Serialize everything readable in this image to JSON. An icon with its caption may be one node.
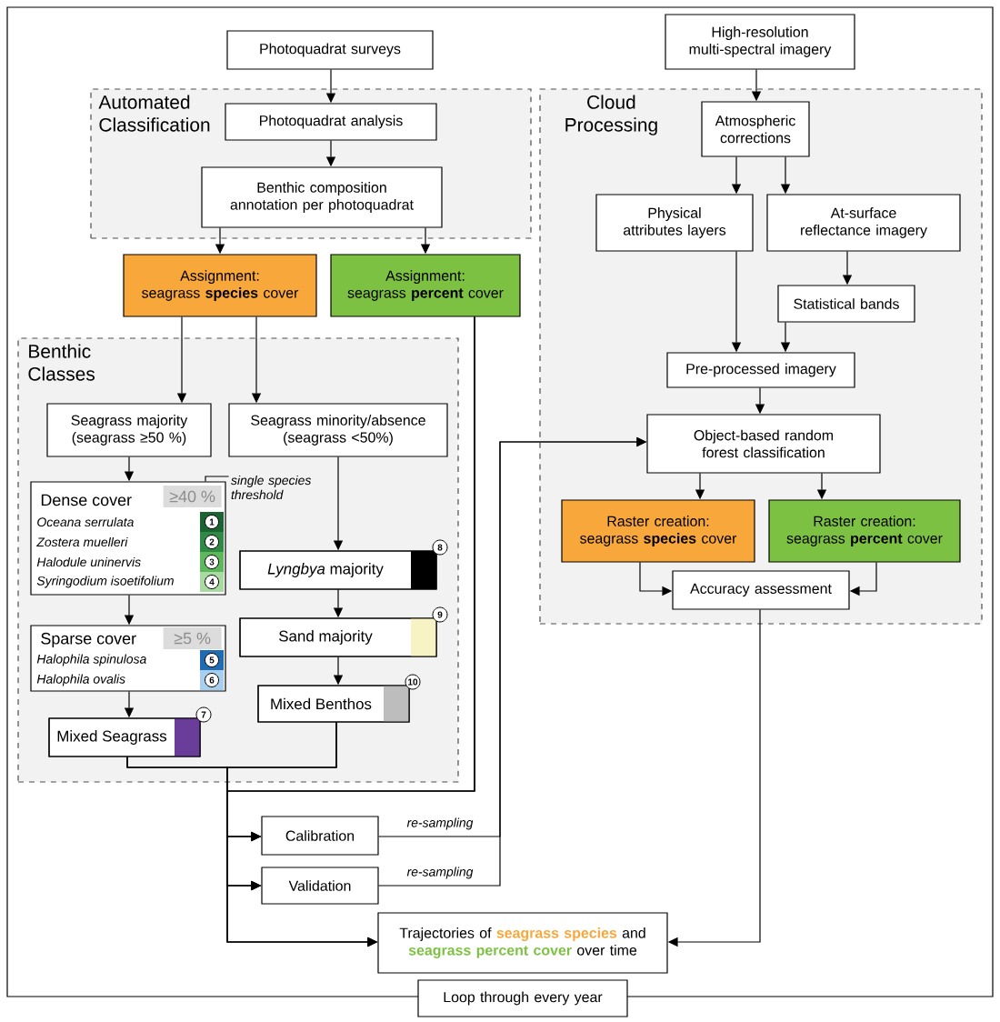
{
  "diagram": {
    "nodes": [
      {
        "text": [
          "Photoquadrat surveys"
        ]
      },
      {
        "text": [
          "Automated Classification"
        ]
      },
      {
        "text": [
          "Photoquadrat analysis"
        ],
        "in": 1
      },
      {
        "text": [
          "Benthic composition annotation per photoquadrat"
        ],
        "in": 1
      },
      {
        "text": [
          "High-resolution multi-spectral imagery"
        ]
      },
      {
        "text": [
          "Cloud Processing"
        ]
      },
      {
        "text": [
          "Atmospheric corrections"
        ],
        "in": 5
      },
      {
        "text": [
          "Physical attributes layers"
        ],
        "in": 5
      },
      {
        "text": [
          "At-surface reflectance imagery"
        ],
        "in": 5
      },
      {
        "text": [
          "Statistical bands"
        ],
        "in": 5
      },
      {
        "text": [
          "Pre-processed imagery"
        ],
        "in": 5
      },
      {
        "text": [
          "Object-based random forest classification"
        ],
        "in": 5
      },
      {
        "text": [
          "Raster creation:",
          "seagrass **species** cover"
        ],
        "in": 5
      },
      {
        "text": [
          "Raster creation:",
          "seagrass **percent** cover"
        ],
        "in": 5
      },
      {
        "text": [
          "Accuracy assessment"
        ],
        "in": 5
      },
      {
        "text": [
          "Assignment:",
          "seagrass **species** cover"
        ]
      },
      {
        "text": [
          "Assignment:",
          "seagrass **percent** cover"
        ]
      },
      {
        "text": [
          "Benthic Classes"
        ]
      },
      {
        "text": [
          "Seagrass majority (seagrass ≥50 %)"
        ],
        "in": 17
      },
      {
        "text": [
          "Seagrass minority/absence (seagrass <50%)"
        ],
        "in": 17
      },
      {
        "text": [
          "Dense cover",
          "≥40 %",
          "Oceana serrulata",
          "1",
          "Zostera muelleri",
          "2",
          "Halodule uninervis",
          "3",
          "Syringodium isoetifolium",
          "4"
        ],
        "in": 17
      },
      {
        "text": [
          "Sparse cover",
          "≥5 %",
          "Halophila spinulosa",
          "5",
          "Halophila ovalis",
          "6"
        ],
        "in": 17
      },
      {
        "text": [
          "Mixed Seagrass",
          "7"
        ],
        "in": 17
      },
      {
        "text": [
          "*Lyngbya* majority",
          "8"
        ],
        "in": 17
      },
      {
        "text": [
          "Sand majority",
          "9"
        ],
        "in": 17
      },
      {
        "text": [
          "Mixed Benthos",
          "10"
        ],
        "in": 17
      },
      {
        "text": [
          "single species threshold"
        ],
        "in": 17
      },
      {
        "text": [
          "Calibration"
        ]
      },
      {
        "text": [
          "Validation"
        ]
      },
      {
        "text": [
          "Trajectories of **seagrass species** and **seagrass percent cover** over time"
        ]
      },
      {
        "text": [
          "Loop through every year"
        ]
      }
    ],
    "edges": [
      {
        "from": 0,
        "to": 2,
        "arrow": "to"
      },
      {
        "from": 2,
        "to": 3,
        "arrow": "to"
      },
      {
        "from": 3,
        "to": 15,
        "arrow": "to"
      },
      {
        "from": 3,
        "to": 16,
        "arrow": "to"
      },
      {
        "from": 4,
        "to": 6,
        "arrow": "to"
      },
      {
        "from": 6,
        "to": 7,
        "arrow": "to"
      },
      {
        "from": 6,
        "to": 8,
        "arrow": "to"
      },
      {
        "from": 8,
        "to": 9,
        "arrow": "to"
      },
      {
        "from": 7,
        "to": 10,
        "arrow": "to"
      },
      {
        "from": 9,
        "to": 10,
        "arrow": "to"
      },
      {
        "from": 10,
        "to": 11,
        "arrow": "to"
      },
      {
        "from": 11,
        "to": 12,
        "arrow": "to"
      },
      {
        "from": 11,
        "to": 13,
        "arrow": "to"
      },
      {
        "from": 12,
        "to": 14,
        "arrow": "to"
      },
      {
        "from": 13,
        "to": 14,
        "arrow": "to"
      },
      {
        "from": 15,
        "to": 18,
        "arrow": "to"
      },
      {
        "from": 15,
        "to": 19,
        "arrow": "to"
      },
      {
        "from": 18,
        "to": 20,
        "arrow": "to"
      },
      {
        "from": 20,
        "to": 21,
        "arrow": "to"
      },
      {
        "from": 21,
        "to": 22,
        "arrow": "to"
      },
      {
        "from": 19,
        "to": 23,
        "arrow": "to"
      },
      {
        "from": 23,
        "to": 24,
        "arrow": "to"
      },
      {
        "from": 24,
        "to": 25,
        "arrow": "to"
      },
      {
        "from": 26,
        "to": 20,
        "arrow": "none"
      },
      {
        "from": 22,
        "to": 27,
        "arrow": "to"
      },
      {
        "from": 22,
        "to": 28,
        "arrow": "to"
      },
      {
        "from": 22,
        "to": 29,
        "arrow": "to"
      },
      {
        "from": 25,
        "to": 27,
        "arrow": "to"
      },
      {
        "from": 25,
        "to": 28,
        "arrow": "to"
      },
      {
        "from": 25,
        "to": 29,
        "arrow": "to"
      },
      {
        "from": 16,
        "to": 27,
        "arrow": "to"
      },
      {
        "from": 16,
        "to": 28,
        "arrow": "to"
      },
      {
        "from": 16,
        "to": 29,
        "arrow": "to"
      },
      {
        "from": 27,
        "to": 11,
        "arrow": "to",
        "label": "re-sampling"
      },
      {
        "from": 28,
        "to": 11,
        "arrow": "to",
        "label": "re-sampling"
      },
      {
        "from": 14,
        "to": 29,
        "arrow": "to"
      }
    ]
  }
}
